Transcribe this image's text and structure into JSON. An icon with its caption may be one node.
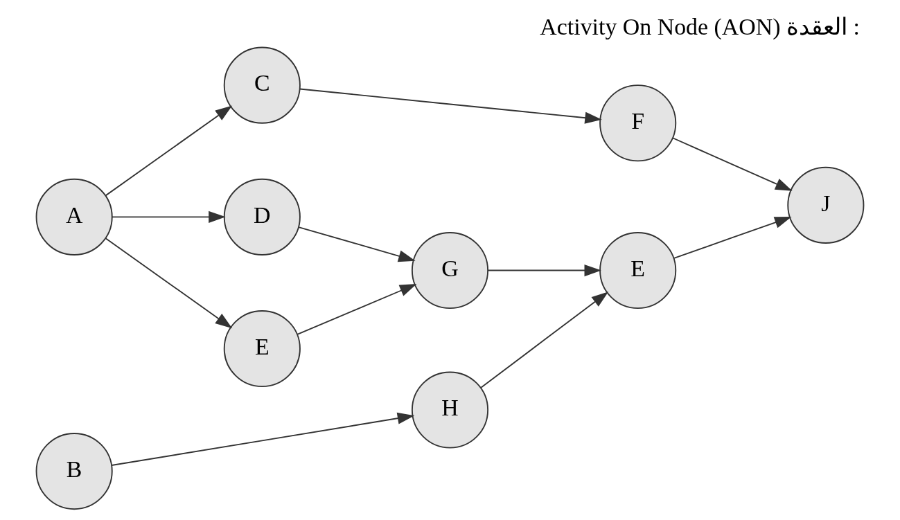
{
  "diagram": {
    "title": "Activity On Node (AON) العقدة :",
    "nodes": [
      {
        "text": [
          "A"
        ]
      },
      {
        "text": [
          "B"
        ]
      },
      {
        "text": [
          "C"
        ]
      },
      {
        "text": [
          "D"
        ]
      },
      {
        "text": [
          "E"
        ]
      },
      {
        "text": [
          "F"
        ]
      },
      {
        "text": [
          "G"
        ]
      },
      {
        "text": [
          "H"
        ]
      },
      {
        "text": [
          "E"
        ]
      },
      {
        "text": [
          "J"
        ]
      }
    ],
    "edges": [
      {
        "from": 0,
        "to": 2,
        "arrow": "to"
      },
      {
        "from": 0,
        "to": 3,
        "arrow": "to"
      },
      {
        "from": 0,
        "to": 4,
        "arrow": "to"
      },
      {
        "from": 2,
        "to": 5,
        "arrow": "to"
      },
      {
        "from": 3,
        "to": 6,
        "arrow": "to"
      },
      {
        "from": 4,
        "to": 6,
        "arrow": "to"
      },
      {
        "from": 5,
        "to": 9,
        "arrow": "to"
      },
      {
        "from": 6,
        "to": 8,
        "arrow": "to"
      },
      {
        "from": 1,
        "to": 7,
        "arrow": "to"
      },
      {
        "from": 7,
        "to": 8,
        "arrow": "to"
      },
      {
        "from": 8,
        "to": 9,
        "arrow": "to"
      }
    ]
  }
}
